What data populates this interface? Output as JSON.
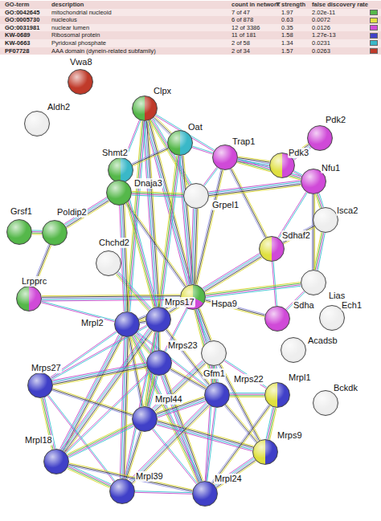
{
  "diagram": {
    "nodes": [
      {
        "text": [
          "Vwa8"
        ]
      },
      {
        "text": [
          "Clpx"
        ]
      },
      {
        "text": [
          "Aldh2"
        ]
      },
      {
        "text": [
          "Oat"
        ]
      },
      {
        "text": [
          "Trap1"
        ]
      },
      {
        "text": [
          "Pdk2"
        ]
      },
      {
        "text": [
          "Shmt2"
        ]
      },
      {
        "text": [
          "Pdk3"
        ]
      },
      {
        "text": [
          "Nfu1"
        ]
      },
      {
        "text": [
          "Dnaja3"
        ]
      },
      {
        "text": [
          "Grpel1"
        ]
      },
      {
        "text": [
          "Grsf1"
        ]
      },
      {
        "text": [
          "Poldip2"
        ]
      },
      {
        "text": [
          "Isca2"
        ]
      },
      {
        "text": [
          "Sdhaf2"
        ]
      },
      {
        "text": [
          "Chchd2"
        ]
      },
      {
        "text": [
          "Lrpprc"
        ]
      },
      {
        "text": [
          "Lias"
        ]
      },
      {
        "text": [
          "Hspa9"
        ]
      },
      {
        "text": [
          "Sdha"
        ]
      },
      {
        "text": [
          "Ech1"
        ]
      },
      {
        "text": [
          "Mrps17"
        ]
      },
      {
        "text": [
          "Mrpl2"
        ]
      },
      {
        "text": [
          "Acadsb"
        ]
      },
      {
        "text": [
          "Mrps23"
        ]
      },
      {
        "text": [
          "Gfm1"
        ]
      },
      {
        "text": [
          "Mrps27"
        ]
      },
      {
        "text": [
          "Mrps22"
        ]
      },
      {
        "text": [
          "Mrpl1"
        ]
      },
      {
        "text": [
          "Mrpl44"
        ]
      },
      {
        "text": [
          "Bckdk"
        ]
      },
      {
        "text": [
          "Mrpl18"
        ]
      },
      {
        "text": [
          "Mrps9"
        ]
      },
      {
        "text": [
          "Mrpl39"
        ]
      },
      {
        "text": [
          "Mrpl24"
        ]
      }
    ],
    "edges": [
      {
        "from": 1,
        "to": 4,
        "arrow": "none"
      },
      {
        "from": 1,
        "to": 18,
        "arrow": "none"
      },
      {
        "from": 1,
        "to": 10,
        "arrow": "none"
      },
      {
        "from": 1,
        "to": 3,
        "arrow": "none"
      },
      {
        "from": 1,
        "to": 6,
        "arrow": "none"
      },
      {
        "from": 1,
        "to": 21,
        "arrow": "none"
      },
      {
        "from": 1,
        "to": 22,
        "arrow": "none"
      },
      {
        "from": 3,
        "to": 6,
        "arrow": "none"
      },
      {
        "from": 3,
        "to": 4,
        "arrow": "none"
      },
      {
        "from": 3,
        "to": 18,
        "arrow": "none"
      },
      {
        "from": 3,
        "to": 21,
        "arrow": "none"
      },
      {
        "from": 4,
        "to": 18,
        "arrow": "none"
      },
      {
        "from": 4,
        "to": 10,
        "arrow": "none"
      },
      {
        "from": 4,
        "to": 7,
        "arrow": "none"
      },
      {
        "from": 4,
        "to": 8,
        "arrow": "none"
      },
      {
        "from": 4,
        "to": 14,
        "arrow": "none"
      },
      {
        "from": 7,
        "to": 8,
        "arrow": "none"
      },
      {
        "from": 7,
        "to": 5,
        "arrow": "none"
      },
      {
        "from": 8,
        "to": 13,
        "arrow": "none"
      },
      {
        "from": 8,
        "to": 17,
        "arrow": "none"
      },
      {
        "from": 8,
        "to": 14,
        "arrow": "none"
      },
      {
        "from": 8,
        "to": 10,
        "arrow": "none"
      },
      {
        "from": 13,
        "to": 17,
        "arrow": "none"
      },
      {
        "from": 13,
        "to": 14,
        "arrow": "none"
      },
      {
        "from": 14,
        "to": 19,
        "arrow": "none"
      },
      {
        "from": 14,
        "to": 18,
        "arrow": "none"
      },
      {
        "from": 17,
        "to": 18,
        "arrow": "none"
      },
      {
        "from": 19,
        "to": 18,
        "arrow": "none"
      },
      {
        "from": 17,
        "to": 19,
        "arrow": "none"
      },
      {
        "from": 10,
        "to": 18,
        "arrow": "none"
      },
      {
        "from": 10,
        "to": 9,
        "arrow": "none"
      },
      {
        "from": 9,
        "to": 18,
        "arrow": "none"
      },
      {
        "from": 9,
        "to": 6,
        "arrow": "none"
      },
      {
        "from": 9,
        "to": 12,
        "arrow": "none"
      },
      {
        "from": 11,
        "to": 12,
        "arrow": "none"
      },
      {
        "from": 12,
        "to": 16,
        "arrow": "none"
      },
      {
        "from": 16,
        "to": 22,
        "arrow": "none"
      },
      {
        "from": 16,
        "to": 18,
        "arrow": "none"
      },
      {
        "from": 15,
        "to": 21,
        "arrow": "none"
      },
      {
        "from": 18,
        "to": 21,
        "arrow": "none"
      },
      {
        "from": 18,
        "to": 24,
        "arrow": "none"
      },
      {
        "from": 18,
        "to": 25,
        "arrow": "none"
      },
      {
        "from": 18,
        "to": 27,
        "arrow": "none"
      },
      {
        "from": 18,
        "to": 22,
        "arrow": "none"
      },
      {
        "from": 25,
        "to": 28,
        "arrow": "none"
      },
      {
        "from": 25,
        "to": 29,
        "arrow": "none"
      },
      {
        "from": 25,
        "to": 27,
        "arrow": "none"
      },
      {
        "from": 25,
        "to": 32,
        "arrow": "none"
      },
      {
        "from": 25,
        "to": 34,
        "arrow": "none"
      },
      {
        "from": 6,
        "to": 22,
        "arrow": "none"
      },
      {
        "from": 6,
        "to": 21,
        "arrow": "none"
      },
      {
        "from": 22,
        "to": 21,
        "arrow": "none"
      },
      {
        "from": 22,
        "to": 26,
        "arrow": "none"
      },
      {
        "from": 22,
        "to": 31,
        "arrow": "none"
      },
      {
        "from": 22,
        "to": 24,
        "arrow": "none"
      },
      {
        "from": 22,
        "to": 29,
        "arrow": "none"
      },
      {
        "from": 22,
        "to": 27,
        "arrow": "none"
      },
      {
        "from": 22,
        "to": 33,
        "arrow": "none"
      },
      {
        "from": 22,
        "to": 34,
        "arrow": "none"
      },
      {
        "from": 21,
        "to": 24,
        "arrow": "none"
      },
      {
        "from": 21,
        "to": 26,
        "arrow": "none"
      },
      {
        "from": 21,
        "to": 31,
        "arrow": "none"
      },
      {
        "from": 21,
        "to": 29,
        "arrow": "none"
      },
      {
        "from": 21,
        "to": 27,
        "arrow": "none"
      },
      {
        "from": 21,
        "to": 33,
        "arrow": "none"
      },
      {
        "from": 24,
        "to": 26,
        "arrow": "none"
      },
      {
        "from": 24,
        "to": 29,
        "arrow": "none"
      },
      {
        "from": 24,
        "to": 27,
        "arrow": "none"
      },
      {
        "from": 24,
        "to": 31,
        "arrow": "none"
      },
      {
        "from": 24,
        "to": 34,
        "arrow": "none"
      },
      {
        "from": 26,
        "to": 31,
        "arrow": "none"
      },
      {
        "from": 26,
        "to": 29,
        "arrow": "none"
      },
      {
        "from": 26,
        "to": 33,
        "arrow": "none"
      },
      {
        "from": 29,
        "to": 27,
        "arrow": "none"
      },
      {
        "from": 29,
        "to": 31,
        "arrow": "none"
      },
      {
        "from": 29,
        "to": 33,
        "arrow": "none"
      },
      {
        "from": 29,
        "to": 34,
        "arrow": "none"
      },
      {
        "from": 29,
        "to": 32,
        "arrow": "none"
      },
      {
        "from": 27,
        "to": 28,
        "arrow": "none"
      },
      {
        "from": 27,
        "to": 32,
        "arrow": "none"
      },
      {
        "from": 27,
        "to": 34,
        "arrow": "none"
      },
      {
        "from": 27,
        "to": 33,
        "arrow": "none"
      },
      {
        "from": 31,
        "to": 33,
        "arrow": "none"
      },
      {
        "from": 31,
        "to": 34,
        "arrow": "none"
      },
      {
        "from": 33,
        "to": 34,
        "arrow": "none"
      },
      {
        "from": 32,
        "to": 34,
        "arrow": "none"
      },
      {
        "from": 32,
        "to": 28,
        "arrow": "none"
      },
      {
        "from": 28,
        "to": 34,
        "arrow": "none"
      }
    ],
    "labels": [
      "GO-term",
      "description",
      "count in network",
      "strength",
      "false discovery rate",
      "GO:0042645",
      "7 of 47",
      "1.97",
      "2.02e-11",
      "GO:0005730",
      "6 of 878",
      "0.63",
      "0.0072",
      "GO:0031981",
      "12 of 3386",
      "0.35",
      "0.0126",
      "KW-0689",
      "11 of 181",
      "1.58",
      "1.27e-13",
      "KW-0663",
      "2 of 58",
      "1.34",
      "0.0231",
      "PF07728",
      "2 of 34",
      "1.57",
      "0.0263"
    ],
    "legend": [
      {
        "text": "mitochondrial nucleoid",
        "color": "#55b84a"
      },
      {
        "text": "nucleolus",
        "color": "#e0e040"
      },
      {
        "text": "nuclear lumen",
        "color": "#d04ad8"
      },
      {
        "text": "Ribosomal protein",
        "color": "#4040c8"
      },
      {
        "text": "Pyridoxal phosphate",
        "color": "#3ab8c8"
      },
      {
        "text": "AAA domain (dynein-related subfamily)",
        "color": "#c03a2a"
      }
    ]
  }
}
